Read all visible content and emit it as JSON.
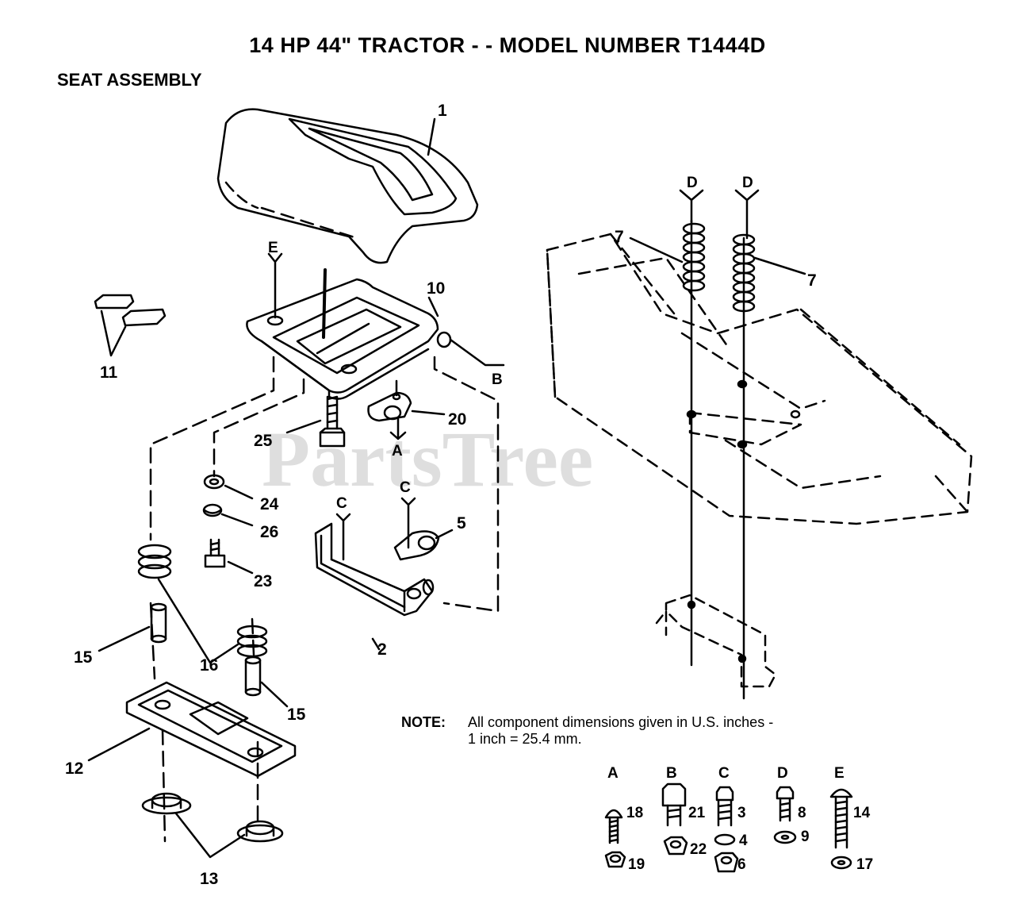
{
  "header": {
    "title": "14 HP 44\" TRACTOR - - MODEL NUMBER T1444D",
    "subtitle": "SEAT ASSEMBLY"
  },
  "watermark": "PartsTree",
  "callouts": {
    "c1": "1",
    "c2": "2",
    "c5": "5",
    "c7a": "7",
    "c7b": "7",
    "c10": "10",
    "c11": "11",
    "c12": "12",
    "c13": "13",
    "c15a": "15",
    "c15b": "15",
    "c16": "16",
    "c20": "20",
    "c23": "23",
    "c24": "24",
    "c25": "25",
    "c26": "26"
  },
  "letters": {
    "e_top": "E",
    "b_side": "B",
    "a_under": "A",
    "c_left": "C",
    "c_right": "C",
    "d_left": "D",
    "d_right": "D"
  },
  "note": {
    "label": "NOTE:",
    "line1": "All component dimensions given in U.S. inches -",
    "line2": "1 inch = 25.4 mm."
  },
  "hardware": {
    "A": {
      "letter": "A",
      "parts": [
        "18",
        "19"
      ]
    },
    "B": {
      "letter": "B",
      "parts": [
        "21",
        "22"
      ]
    },
    "C": {
      "letter": "C",
      "parts": [
        "3",
        "4",
        "6"
      ]
    },
    "D": {
      "letter": "D",
      "parts": [
        "8",
        "9"
      ]
    },
    "E": {
      "letter": "E",
      "parts": [
        "14",
        "17"
      ]
    }
  }
}
